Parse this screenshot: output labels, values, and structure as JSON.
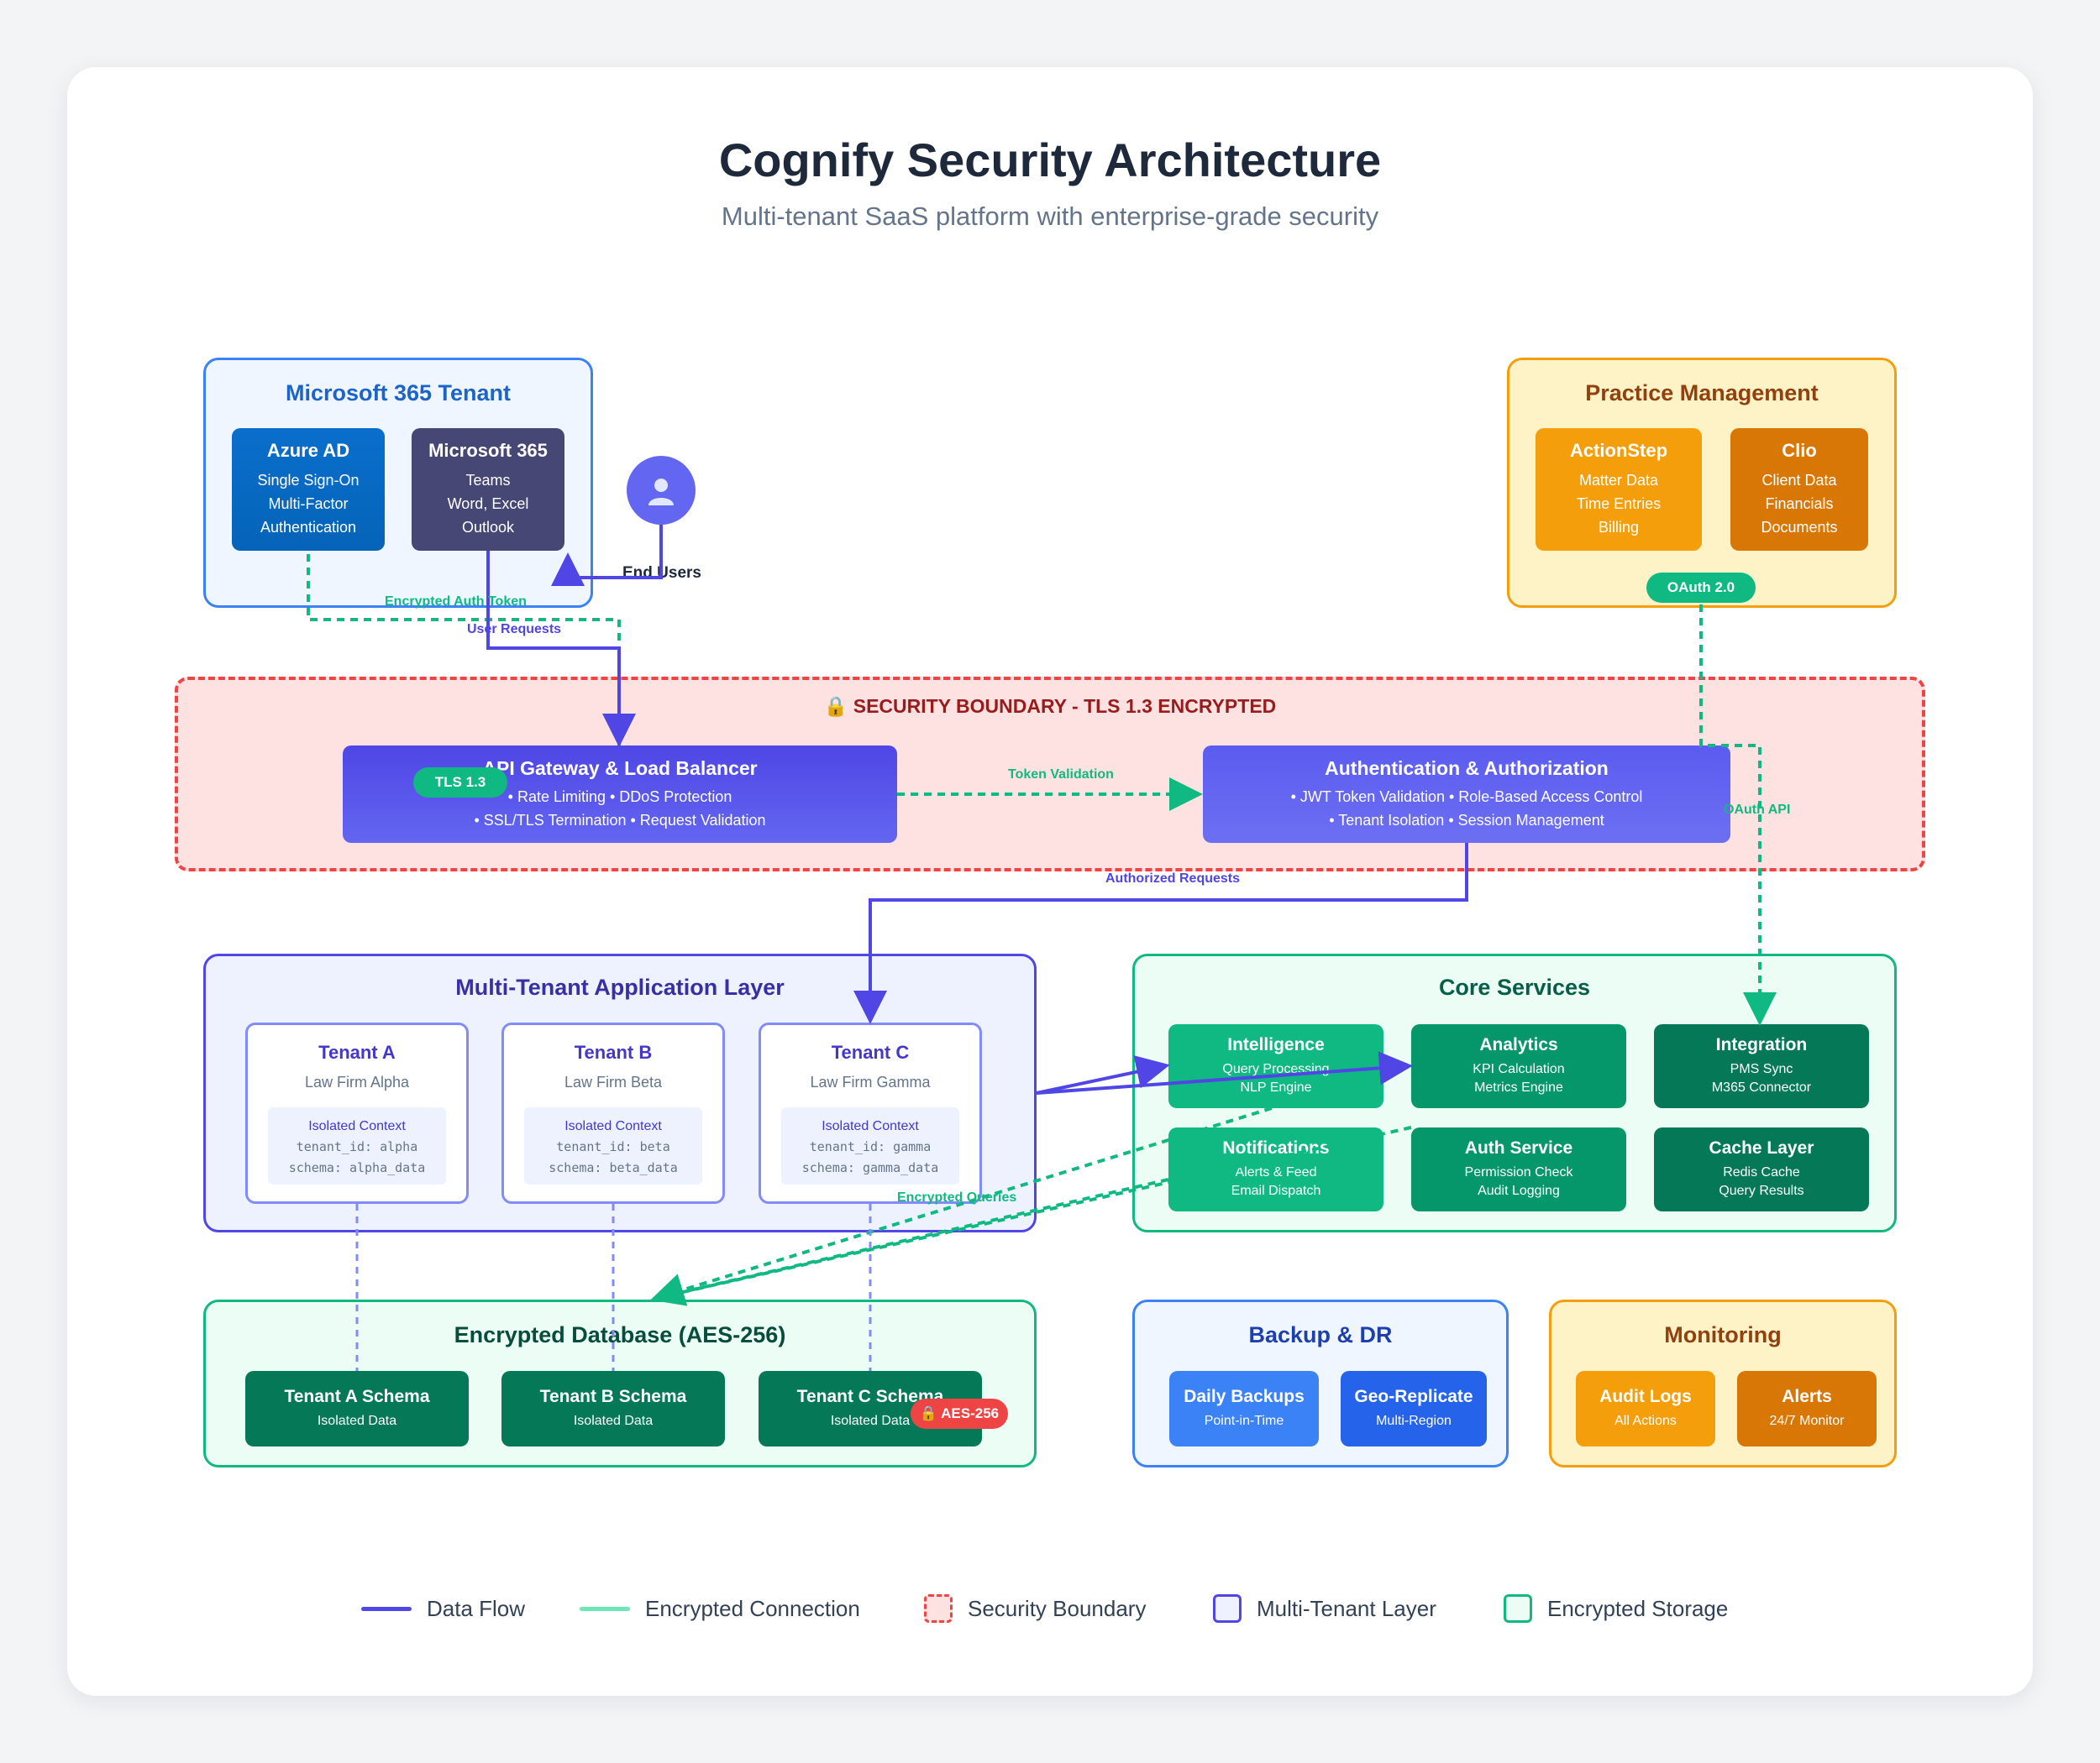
{
  "header": {
    "title": "Cognify Security Architecture",
    "subtitle": "Multi-tenant SaaS platform with enterprise-grade security"
  },
  "m365": {
    "title": "Microsoft 365 Tenant",
    "azure": {
      "name": "Azure AD",
      "l1": "Single Sign-On",
      "l2": "Multi-Factor",
      "l3": "Authentication"
    },
    "ms": {
      "name": "Microsoft 365",
      "l1": "Teams",
      "l2": "Word, Excel",
      "l3": "Outlook"
    }
  },
  "users": {
    "label": "End Users",
    "icon": "user-icon"
  },
  "practice": {
    "title": "Practice Management",
    "actionstep": {
      "name": "ActionStep",
      "l1": "Matter Data",
      "l2": "Time Entries",
      "l3": "Billing"
    },
    "clio": {
      "name": "Clio",
      "l1": "Client Data",
      "l2": "Financials",
      "l3": "Documents"
    },
    "badge": "OAuth 2.0"
  },
  "security": {
    "title": "🔒 SECURITY BOUNDARY - TLS 1.3 ENCRYPTED",
    "gateway": {
      "name": "API Gateway & Load Balancer",
      "l1": "• Rate Limiting • DDoS Protection",
      "l2": "• SSL/TLS Termination • Request Validation",
      "badge": "TLS 1.3"
    },
    "auth": {
      "name": "Authentication & Authorization",
      "l1": "• JWT Token Validation • Role-Based Access Control",
      "l2": "• Tenant Isolation • Session Management"
    }
  },
  "flows": {
    "encrypted_auth_token": "Encrypted Auth Token",
    "user_requests": "User Requests",
    "token_validation": "Token Validation",
    "oauth_api": "OAuth API",
    "authorized_requests": "Authorized Requests",
    "encrypted_queries": "Encrypted Queries"
  },
  "app_layer": {
    "title": "Multi-Tenant Application Layer",
    "tenants": [
      {
        "name": "Tenant A",
        "firm": "Law Firm Alpha",
        "ctx": "Isolated Context",
        "id": "tenant_id: alpha",
        "schema": "schema: alpha_data"
      },
      {
        "name": "Tenant B",
        "firm": "Law Firm Beta",
        "ctx": "Isolated Context",
        "id": "tenant_id: beta",
        "schema": "schema: beta_data"
      },
      {
        "name": "Tenant C",
        "firm": "Law Firm Gamma",
        "ctx": "Isolated Context",
        "id": "tenant_id: gamma",
        "schema": "schema: gamma_data"
      }
    ]
  },
  "core": {
    "title": "Core Services",
    "services": [
      {
        "name": "Intelligence",
        "l1": "Query Processing",
        "l2": "NLP Engine"
      },
      {
        "name": "Analytics",
        "l1": "KPI Calculation",
        "l2": "Metrics Engine"
      },
      {
        "name": "Integration",
        "l1": "PMS Sync",
        "l2": "M365 Connector"
      },
      {
        "name": "Notifications",
        "l1": "Alerts & Feed",
        "l2": "Email Dispatch"
      },
      {
        "name": "Auth Service",
        "l1": "Permission Check",
        "l2": "Audit Logging"
      },
      {
        "name": "Cache Layer",
        "l1": "Redis Cache",
        "l2": "Query Results"
      }
    ]
  },
  "database": {
    "title": "Encrypted Database (AES-256)",
    "schemas": [
      {
        "name": "Tenant A Schema",
        "sub": "Isolated Data"
      },
      {
        "name": "Tenant B Schema",
        "sub": "Isolated Data"
      },
      {
        "name": "Tenant C Schema",
        "sub": "Isolated Data"
      }
    ],
    "badge": "🔒 AES-256"
  },
  "backup": {
    "title": "Backup & DR",
    "items": [
      {
        "name": "Daily Backups",
        "sub": "Point-in-Time"
      },
      {
        "name": "Geo-Replicate",
        "sub": "Multi-Region"
      }
    ]
  },
  "monitoring": {
    "title": "Monitoring",
    "items": [
      {
        "name": "Audit Logs",
        "sub": "All Actions"
      },
      {
        "name": "Alerts",
        "sub": "24/7 Monitor"
      }
    ]
  },
  "legend": {
    "data_flow": "Data Flow",
    "encrypted_connection": "Encrypted Connection",
    "security_boundary": "Security Boundary",
    "multi_tenant_layer": "Multi-Tenant Layer",
    "encrypted_storage": "Encrypted Storage"
  },
  "colors": {
    "data_flow": "#4f46e5",
    "encrypted": "#10b981",
    "boundary": "#ef4444"
  }
}
